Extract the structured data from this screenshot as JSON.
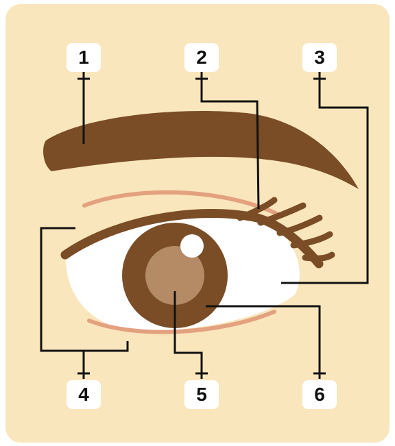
{
  "colors": {
    "background": "#fae6bc",
    "brow": "#7a4d26",
    "lid_line": "#e3a17f",
    "sclera": "#ffffff",
    "iris": "#7a4d26",
    "pupil": "#b58b66",
    "highlight": "#ffffff",
    "leader_line": "#111111",
    "label_box": "#ffffff"
  },
  "labels": [
    {
      "number": "1",
      "part": "eyebrow"
    },
    {
      "number": "2",
      "part": "eyelashes"
    },
    {
      "number": "3",
      "part": "sclera"
    },
    {
      "number": "4",
      "part": "eyelids"
    },
    {
      "number": "5",
      "part": "pupil"
    },
    {
      "number": "6",
      "part": "iris"
    }
  ]
}
